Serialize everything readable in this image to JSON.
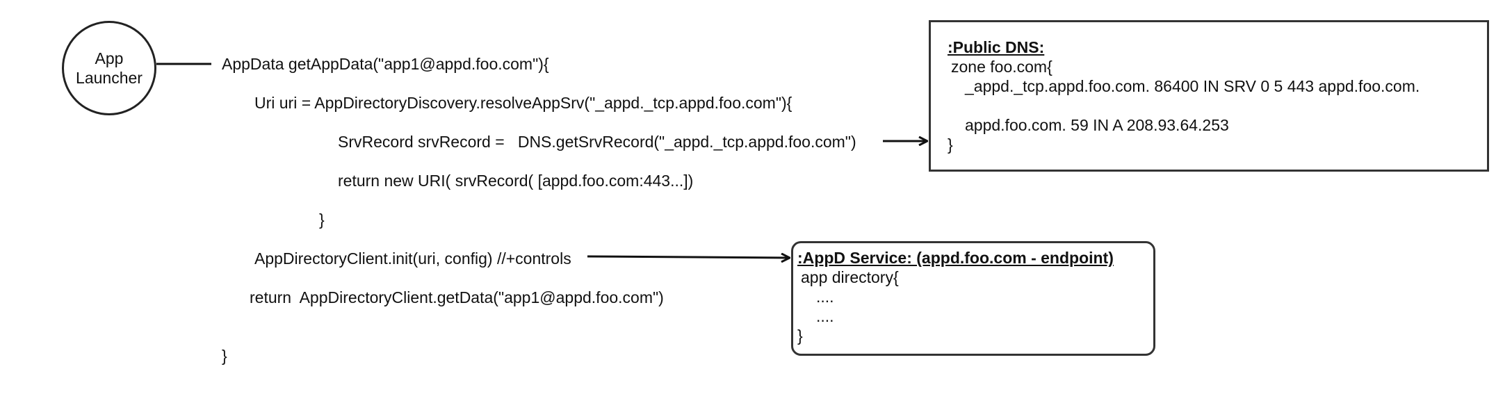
{
  "launcher": {
    "label": "App\nLauncher"
  },
  "code": {
    "lines": [
      "AppData getAppData(\"app1@appd.foo.com\"){",
      "Uri uri = AppDirectoryDiscovery.resolveAppSrv(\"_appd._tcp.appd.foo.com\"){",
      "SrvRecord srvRecord =   DNS.getSrvRecord(\"_appd._tcp.appd.foo.com\")",
      "return new URI( srvRecord( [appd.foo.com:443...])",
      "}",
      "AppDirectoryClient.init(uri, config) //+controls",
      "return  AppDirectoryClient.getData(\"app1@appd.foo.com\")",
      "}"
    ]
  },
  "public_dns": {
    "title": ":Public DNS:",
    "lines": [
      "zone foo.com{",
      "_appd._tcp.appd.foo.com. 86400 IN SRV 0 5 443 appd.foo.com.",
      "appd.foo.com. 59 IN A 208.93.64.253",
      "}"
    ]
  },
  "appd_service": {
    "title": ":AppD Service: (appd.foo.com - endpoint)",
    "lines": [
      "app directory{",
      "....",
      "....",
      "}"
    ]
  }
}
